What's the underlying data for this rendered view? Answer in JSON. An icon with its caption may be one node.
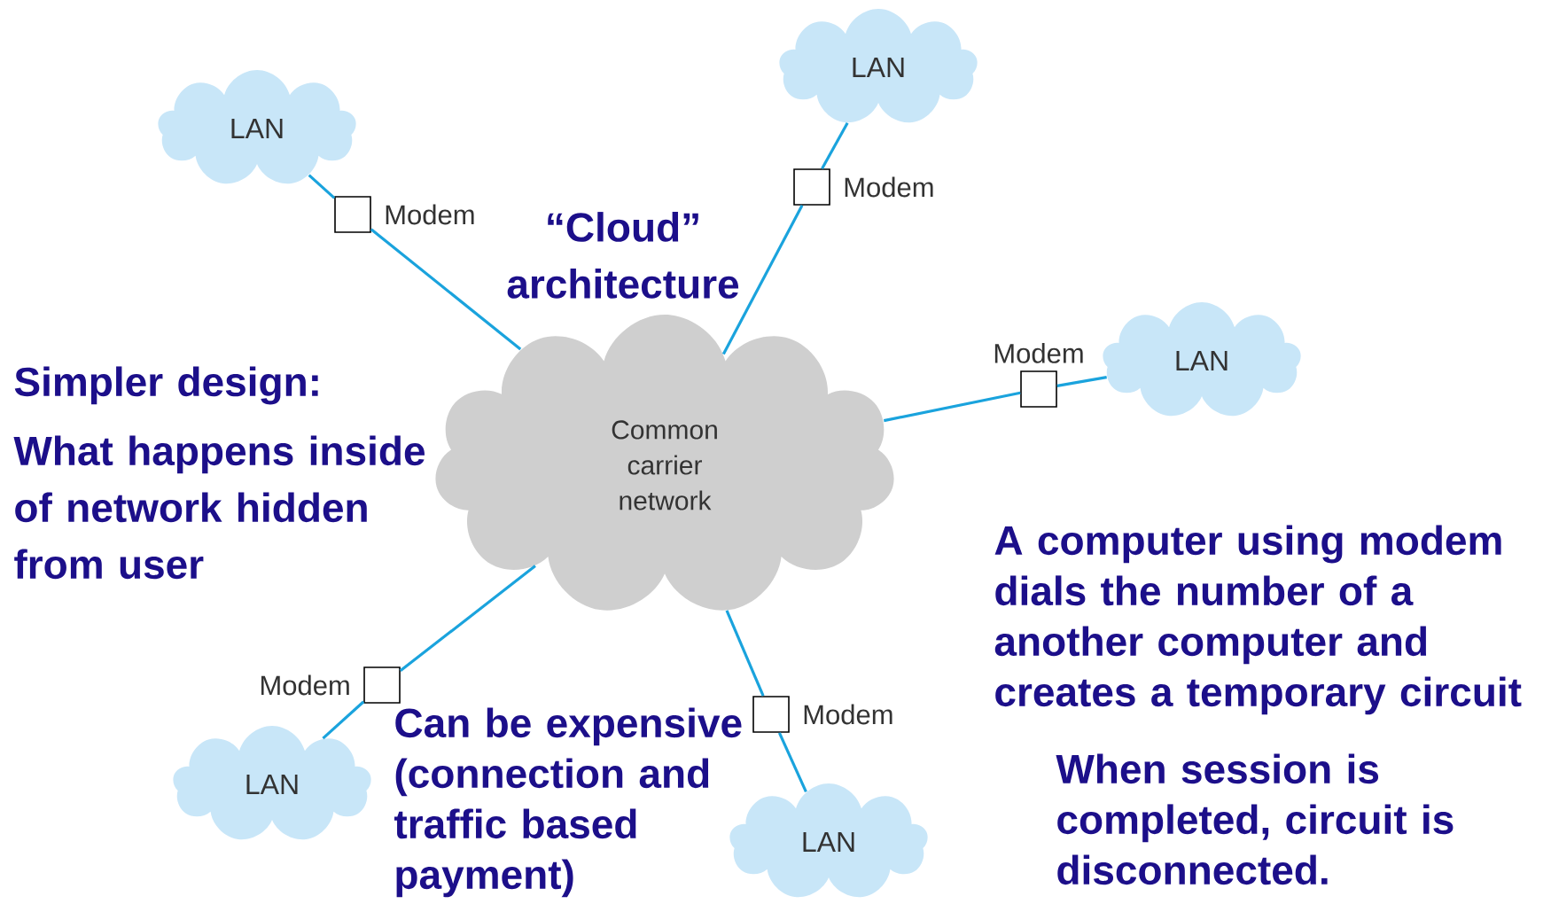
{
  "diagram": {
    "nodes": [
      {
        "text": [
          "Common carrier network"
        ]
      },
      {
        "text": [
          "LAN"
        ]
      },
      {
        "text": [
          "LAN"
        ]
      },
      {
        "text": [
          "LAN"
        ]
      },
      {
        "text": [
          "LAN"
        ]
      },
      {
        "text": [
          "LAN"
        ]
      },
      {
        "text": [],
        "shape": "box",
        "beside": [
          "Modem"
        ]
      },
      {
        "text": [],
        "shape": "box",
        "beside": [
          "Modem"
        ]
      },
      {
        "text": [],
        "shape": "box",
        "beside": [
          "Modem"
        ]
      },
      {
        "text": [],
        "shape": "box",
        "beside": [
          "Modem"
        ]
      },
      {
        "text": [],
        "shape": "box",
        "beside": [
          "Modem"
        ]
      }
    ],
    "edges": [
      {
        "from": 1,
        "to": 6,
        "arrow": "none"
      },
      {
        "from": 6,
        "to": 0,
        "arrow": "none"
      },
      {
        "from": 2,
        "to": 7,
        "arrow": "none"
      },
      {
        "from": 7,
        "to": 0,
        "arrow": "none"
      },
      {
        "from": 3,
        "to": 8,
        "arrow": "none"
      },
      {
        "from": 8,
        "to": 0,
        "arrow": "none"
      },
      {
        "from": 4,
        "to": 9,
        "arrow": "none"
      },
      {
        "from": 9,
        "to": 0,
        "arrow": "none"
      },
      {
        "from": 5,
        "to": 10,
        "arrow": "none"
      },
      {
        "from": 10,
        "to": 0,
        "arrow": "none"
      }
    ],
    "labels": [
      "“Cloud” architecture",
      "Simpler design:",
      "What happens inside of network hidden from user",
      "Can be expensive (connection and traffic based payment)",
      "A computer using modem dials the number of a another computer and creates a temporary circuit",
      "When session is completed, circuit is disconnected."
    ]
  }
}
